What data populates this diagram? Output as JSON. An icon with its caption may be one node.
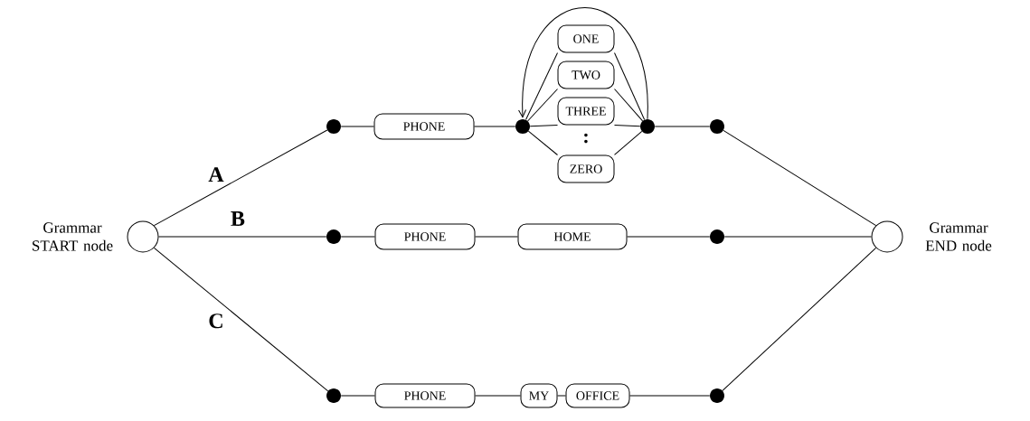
{
  "diagram": {
    "nodes": [
      {
        "text": [],
        "shape": "circle",
        "beside": [
          "Grammar START node"
        ]
      },
      {
        "text": [],
        "shape": "dot"
      },
      {
        "text": [
          "PHONE"
        ]
      },
      {
        "text": [],
        "shape": "dot"
      },
      {
        "text": [
          "ONE"
        ]
      },
      {
        "text": [
          "TWO"
        ]
      },
      {
        "text": [
          "THREE"
        ]
      },
      {
        "text": [
          "ZERO"
        ]
      },
      {
        "text": [],
        "shape": "dot"
      },
      {
        "text": [],
        "shape": "dot"
      },
      {
        "text": [],
        "shape": "dot"
      },
      {
        "text": [
          "PHONE"
        ]
      },
      {
        "text": [
          "HOME"
        ]
      },
      {
        "text": [],
        "shape": "dot"
      },
      {
        "text": [],
        "shape": "dot"
      },
      {
        "text": [
          "PHONE"
        ]
      },
      {
        "text": [
          "MY"
        ]
      },
      {
        "text": [
          "OFFICE"
        ]
      },
      {
        "text": [],
        "shape": "dot"
      },
      {
        "text": [],
        "shape": "circle",
        "beside": [
          "Grammar END node"
        ]
      }
    ],
    "edges": [
      {
        "from": 0,
        "to": 1,
        "arrow": "none",
        "label": "A"
      },
      {
        "from": 1,
        "to": 2,
        "arrow": "none"
      },
      {
        "from": 2,
        "to": 3,
        "arrow": "none"
      },
      {
        "from": 3,
        "to": 4,
        "arrow": "none"
      },
      {
        "from": 3,
        "to": 5,
        "arrow": "none"
      },
      {
        "from": 3,
        "to": 6,
        "arrow": "none"
      },
      {
        "from": 3,
        "to": 7,
        "arrow": "none"
      },
      {
        "from": 4,
        "to": 8,
        "arrow": "none"
      },
      {
        "from": 5,
        "to": 8,
        "arrow": "none"
      },
      {
        "from": 6,
        "to": 8,
        "arrow": "none"
      },
      {
        "from": 7,
        "to": 8,
        "arrow": "none"
      },
      {
        "from": 8,
        "to": 3,
        "arrow": "to"
      },
      {
        "from": 8,
        "to": 9,
        "arrow": "none"
      },
      {
        "from": 9,
        "to": 19,
        "arrow": "none"
      },
      {
        "from": 0,
        "to": 10,
        "arrow": "none",
        "label": "B"
      },
      {
        "from": 10,
        "to": 11,
        "arrow": "none"
      },
      {
        "from": 11,
        "to": 12,
        "arrow": "none"
      },
      {
        "from": 12,
        "to": 13,
        "arrow": "none"
      },
      {
        "from": 13,
        "to": 19,
        "arrow": "none"
      },
      {
        "from": 0,
        "to": 14,
        "arrow": "none",
        "label": "C"
      },
      {
        "from": 14,
        "to": 15,
        "arrow": "none"
      },
      {
        "from": 15,
        "to": 16,
        "arrow": "none"
      },
      {
        "from": 16,
        "to": 17,
        "arrow": "none"
      },
      {
        "from": 17,
        "to": 18,
        "arrow": "none"
      },
      {
        "from": 18,
        "to": 19,
        "arrow": "none"
      }
    ],
    "labels": [
      ":"
    ]
  }
}
